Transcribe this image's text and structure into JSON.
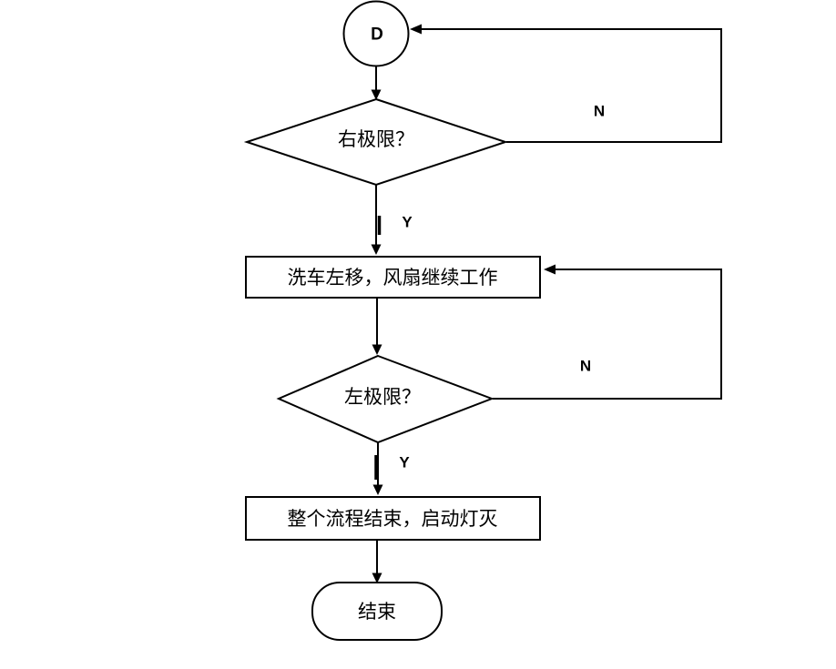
{
  "flowchart": {
    "colors": {
      "stroke": "#000000",
      "background": "#ffffff"
    },
    "nodes": {
      "connector": {
        "shape": "circle",
        "label": "D"
      },
      "decision_right_limit": {
        "shape": "diamond",
        "label": "右极限？"
      },
      "process_move_left": {
        "shape": "rectangle",
        "label": "洗车左移，风扇继续工作"
      },
      "decision_left_limit": {
        "shape": "diamond",
        "label": "左极限？"
      },
      "process_finish": {
        "shape": "rectangle",
        "label": "整个流程结束，启动灯灭"
      },
      "terminator_end": {
        "shape": "rounded-rectangle",
        "label": "结束"
      }
    },
    "edge_labels": {
      "right_limit_no": "N",
      "right_limit_yes": "Y",
      "left_limit_no": "N",
      "left_limit_yes": "Y"
    }
  }
}
